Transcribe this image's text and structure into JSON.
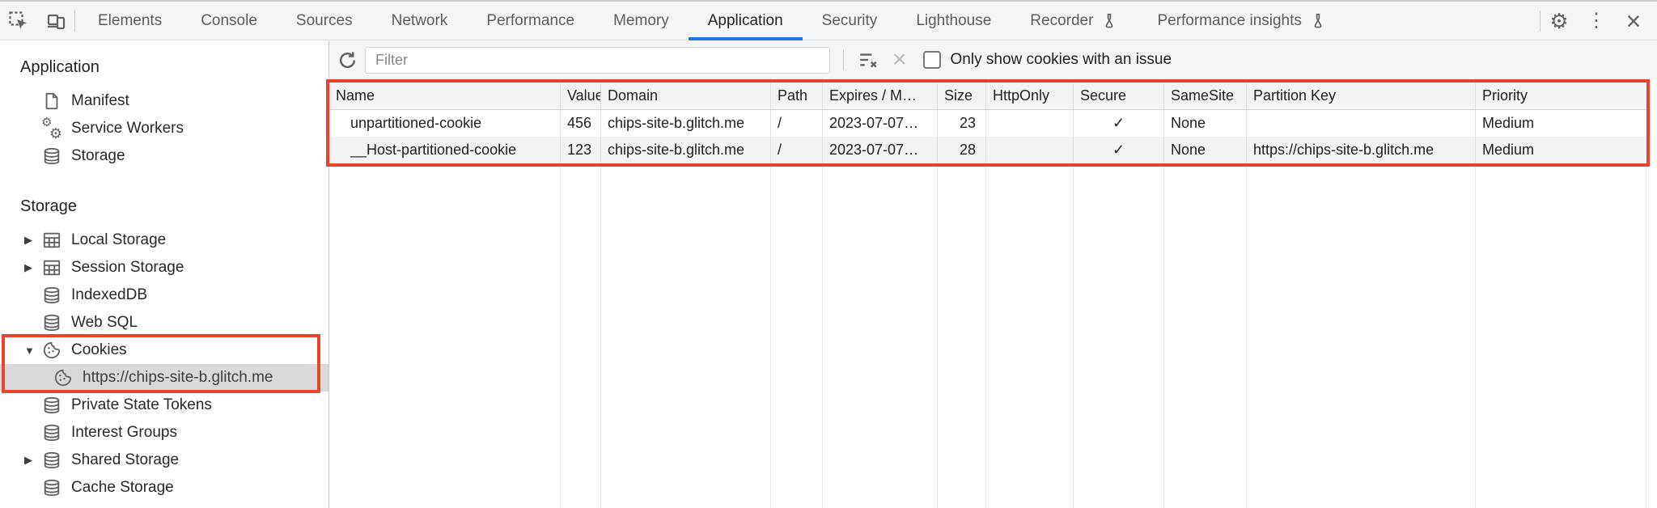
{
  "tabbar": {
    "tabs": [
      {
        "label": "Elements"
      },
      {
        "label": "Console"
      },
      {
        "label": "Sources"
      },
      {
        "label": "Network"
      },
      {
        "label": "Performance"
      },
      {
        "label": "Memory"
      },
      {
        "label": "Application",
        "selected": true
      },
      {
        "label": "Security"
      },
      {
        "label": "Lighthouse"
      },
      {
        "label": "Recorder",
        "experimental": true
      },
      {
        "label": "Performance insights",
        "experimental": true
      }
    ],
    "close_glyph": "×",
    "dots_glyph": "⋮",
    "gear_glyph": "⚙"
  },
  "sidebar": {
    "sections": [
      {
        "title": "Application",
        "items": [
          {
            "label": "Manifest"
          },
          {
            "label": "Service Workers"
          },
          {
            "label": "Storage"
          }
        ]
      },
      {
        "title": "Storage",
        "items": [
          {
            "label": "Local Storage",
            "arrow": "▶"
          },
          {
            "label": "Session Storage",
            "arrow": "▶"
          },
          {
            "label": "IndexedDB"
          },
          {
            "label": "Web SQL"
          },
          {
            "label": "Cookies",
            "arrow": "▼"
          },
          {
            "label": "https://chips-site-b.glitch.me",
            "selected": true
          },
          {
            "label": "Private State Tokens"
          },
          {
            "label": "Interest Groups"
          },
          {
            "label": "Shared Storage",
            "arrow": "▶"
          },
          {
            "label": "Cache Storage"
          }
        ]
      }
    ]
  },
  "toolbar": {
    "filter_placeholder": "Filter",
    "only_issue_label": "Only show cookies with an issue",
    "clear_glyph": "×"
  },
  "cookie_table": {
    "columns": [
      "Name",
      "Value",
      "Domain",
      "Path",
      "Expires / M…",
      "Size",
      "HttpOnly",
      "Secure",
      "SameSite",
      "Partition Key",
      "Priority"
    ],
    "rows": [
      {
        "name": "unpartitioned-cookie",
        "value": "456",
        "domain": "chips-site-b.glitch.me",
        "path": "/",
        "expires": "2023-07-07…",
        "size": "23",
        "http_only": "",
        "secure": "✓",
        "same_site": "None",
        "partition_key": "",
        "priority": "Medium"
      },
      {
        "name": "__Host-partitioned-cookie",
        "value": "123",
        "domain": "chips-site-b.glitch.me",
        "path": "/",
        "expires": "2023-07-07…",
        "size": "28",
        "http_only": "",
        "secure": "✓",
        "same_site": "None",
        "partition_key": "https://chips-site-b.glitch.me",
        "priority": "Medium"
      }
    ]
  },
  "colors": {
    "accent_blue": "#1a73e8",
    "annotation_red": "#e8442d",
    "selected_sidebar_row_bg": "#d9d9d9",
    "toolbar_bg": "#f4f5f6",
    "header_row_bg": "#f1f3f4",
    "icon_gray": "#5f6368"
  }
}
